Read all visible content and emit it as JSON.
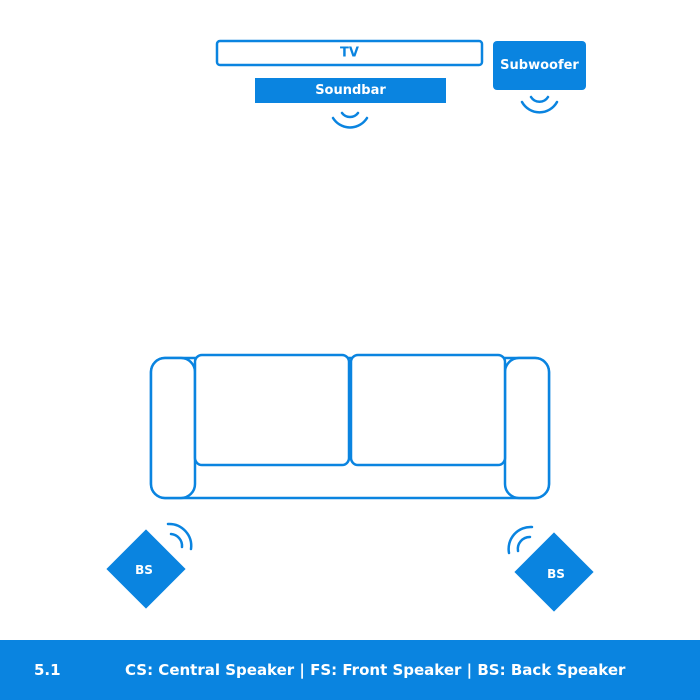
{
  "colors": {
    "accent": "#0a84e0",
    "background": "#ffffff",
    "label_on_accent": "#ffffff"
  },
  "tv": {
    "label": "TV"
  },
  "soundbar": {
    "label": "Soundbar"
  },
  "subwoofer": {
    "label": "Subwoofer"
  },
  "back_speakers": {
    "left": {
      "label": "BS"
    },
    "right": {
      "label": "BS"
    }
  },
  "sofa": {
    "icon": "sofa-icon"
  },
  "footer": {
    "mode": "5.1",
    "legend": "CS: Central Speaker | FS: Front Speaker | BS: Back Speaker"
  }
}
